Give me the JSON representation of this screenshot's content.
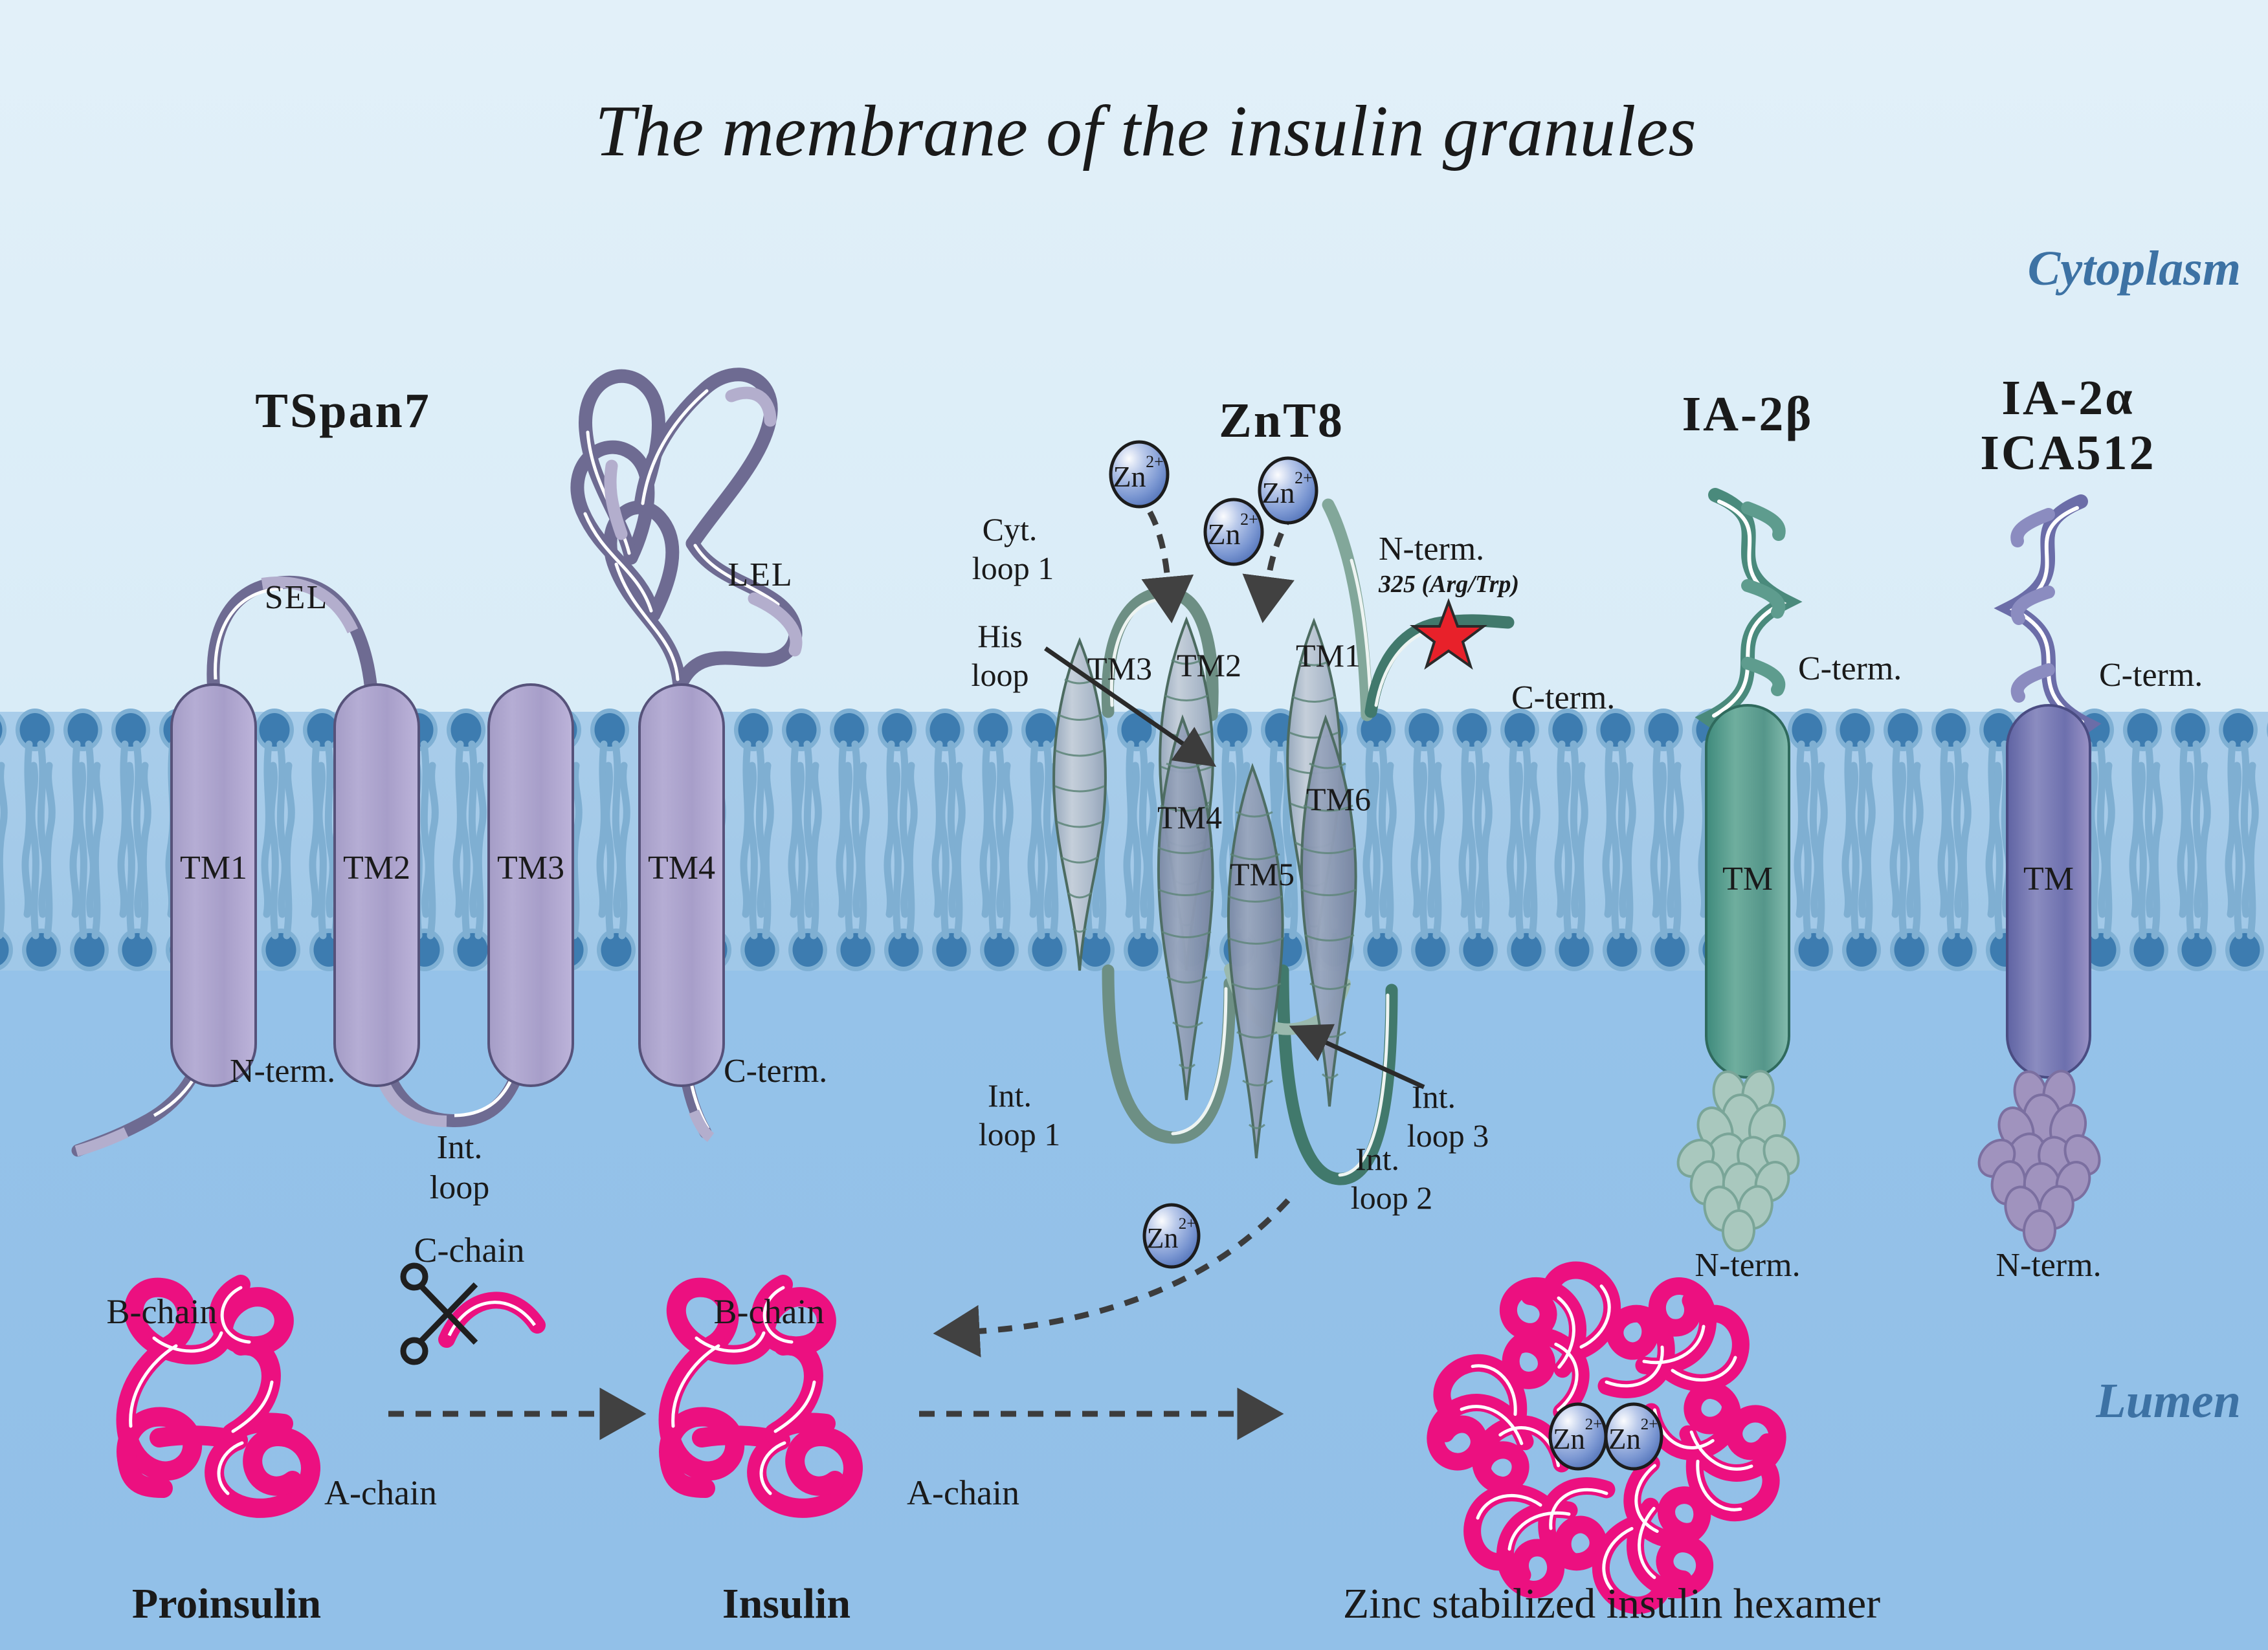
{
  "title": "The membrane of the insulin granules",
  "compartments": {
    "top": "Cytoplasm",
    "bottom": "Lumen",
    "color": "#3d72a4"
  },
  "proteins": [
    {
      "id": "tspan7",
      "name": "TSpan7",
      "helices": [
        "TM1",
        "TM2",
        "TM3",
        "TM4"
      ],
      "loops": [
        {
          "name": "SEL",
          "side": "cytoplasm"
        },
        {
          "name": "LEL",
          "side": "cytoplasm"
        },
        {
          "name": "Int. loop",
          "side": "lumen"
        }
      ],
      "termini": [
        {
          "name": "N-term.",
          "side": "lumen"
        },
        {
          "name": "C-term.",
          "side": "lumen"
        }
      ],
      "color": "#a79dc6"
    },
    {
      "id": "znt8",
      "name": "ZnT8",
      "helices": [
        "TM1",
        "TM2",
        "TM3",
        "TM4",
        "TM5",
        "TM6"
      ],
      "loops": [
        {
          "name": "Cyt. loop 1",
          "side": "cytoplasm"
        },
        {
          "name": "His loop",
          "side": "cytoplasm"
        },
        {
          "name": "Int. loop 1",
          "side": "lumen"
        },
        {
          "name": "Int. loop 2",
          "side": "lumen"
        },
        {
          "name": "Int. loop 3",
          "side": "lumen"
        }
      ],
      "termini": [
        {
          "name": "N-term.",
          "side": "cytoplasm"
        },
        {
          "name": "C-term.",
          "side": "cytoplasm"
        }
      ],
      "variant": {
        "label": "325 (Arg/Trp)",
        "marker": "star",
        "marker_color": "#e8212a"
      },
      "color": "#8fa0b8"
    },
    {
      "id": "ia2b",
      "name": "IA-2β",
      "helices": [
        "TM"
      ],
      "termini": [
        {
          "name": "C-term.",
          "side": "cytoplasm"
        },
        {
          "name": "N-term.",
          "side": "lumen"
        }
      ],
      "color": "#4f9184"
    },
    {
      "id": "ia2a",
      "name": "IA-2α",
      "name_line2": "ICA512",
      "helices": [
        "TM"
      ],
      "termini": [
        {
          "name": "C-term.",
          "side": "cytoplasm"
        },
        {
          "name": "N-term.",
          "side": "lumen"
        }
      ],
      "color": "#6b6da8"
    }
  ],
  "zinc": {
    "symbol": "Zn",
    "charge": "2+",
    "color": "#6d8ecb",
    "count_transport": 3,
    "count_hexamer": 2
  },
  "insulin_pathway": {
    "color": "#ec1080",
    "steps": [
      {
        "id": "proinsulin",
        "label": "Proinsulin",
        "annotations": [
          "B-chain",
          "C-chain",
          "A-chain"
        ],
        "icon": "scissors-icon"
      },
      {
        "id": "insulin",
        "label": "Insulin",
        "annotations": [
          "B-chain",
          "A-chain"
        ]
      },
      {
        "id": "hexamer",
        "label": "Zinc stabilized insulin hexamer",
        "monomers": 6,
        "zinc_ions": 2
      }
    ]
  },
  "membrane": {
    "head_color": "#3d7cb0",
    "head_ring_color": "#7fb0d4",
    "tail_color": "#7fafd2",
    "interior_color": "#a5cbe8",
    "cytoplasm_bg": "#dfeef8",
    "lumen_bg": "#93c0e8"
  }
}
